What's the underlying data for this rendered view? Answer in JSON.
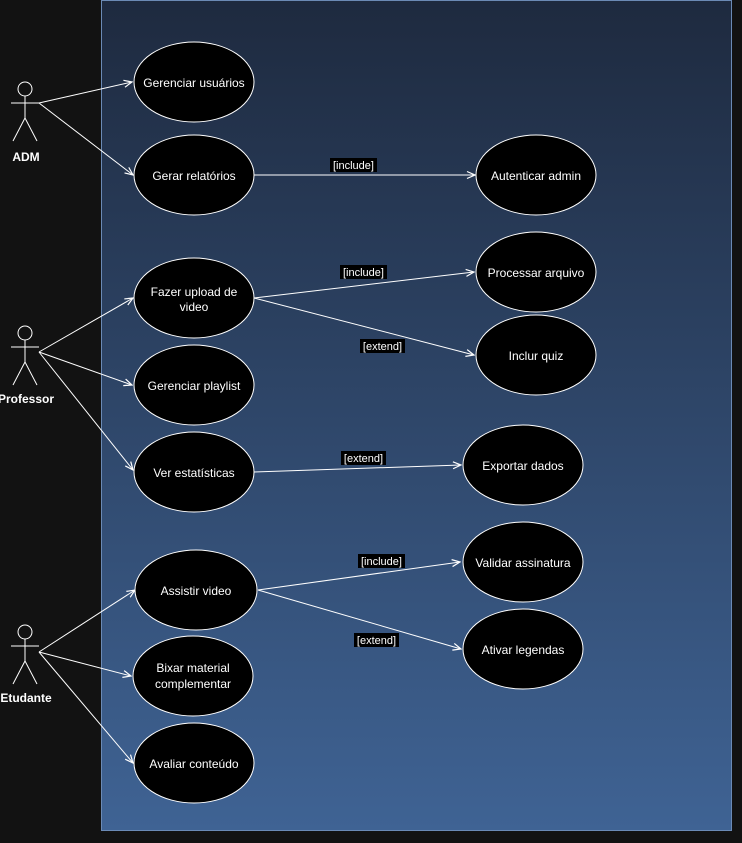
{
  "colors": {
    "page_background": "#121212",
    "system_gradient_top": "#1e2a3f",
    "system_gradient_bottom": "#3f6394",
    "system_border": "#6b8ab5",
    "use_case_fill": "#000000",
    "line": "#ffffff",
    "text": "#ffffff"
  },
  "actors": {
    "adm": "ADM",
    "professor": "Professor",
    "estudante": "Etudante"
  },
  "use_cases": {
    "gerenciar_usuarios": "Gerenciar usuários",
    "gerar_relatorios": "Gerar relatórios",
    "autenticar_admin": "Autenticar admin",
    "fazer_upload_1": "Fazer upload de",
    "fazer_upload_2": "video",
    "processar_arquivo": "Processar arquivo",
    "inclur_quiz": "Inclur quiz",
    "gerenciar_playlist": "Gerenciar playlist",
    "ver_estatisticas": "Ver estatísticas",
    "exportar_dados": "Exportar dados",
    "assistir_video": "Assistir video",
    "validar_assinatura": "Validar assinatura",
    "ativar_legendas": "Ativar legendas",
    "bixar_material_1": "Bixar material",
    "bixar_material_2": "complementar",
    "avaliar_conteudo": "Avaliar conteúdo"
  },
  "relations": {
    "gerar_autenticar": "[include]",
    "upload_processar": "[include]",
    "upload_quiz": "[extend]",
    "estatisticas_exportar": "[extend]",
    "assistir_validar": "[include]",
    "assistir_legendas": "[extend]"
  }
}
